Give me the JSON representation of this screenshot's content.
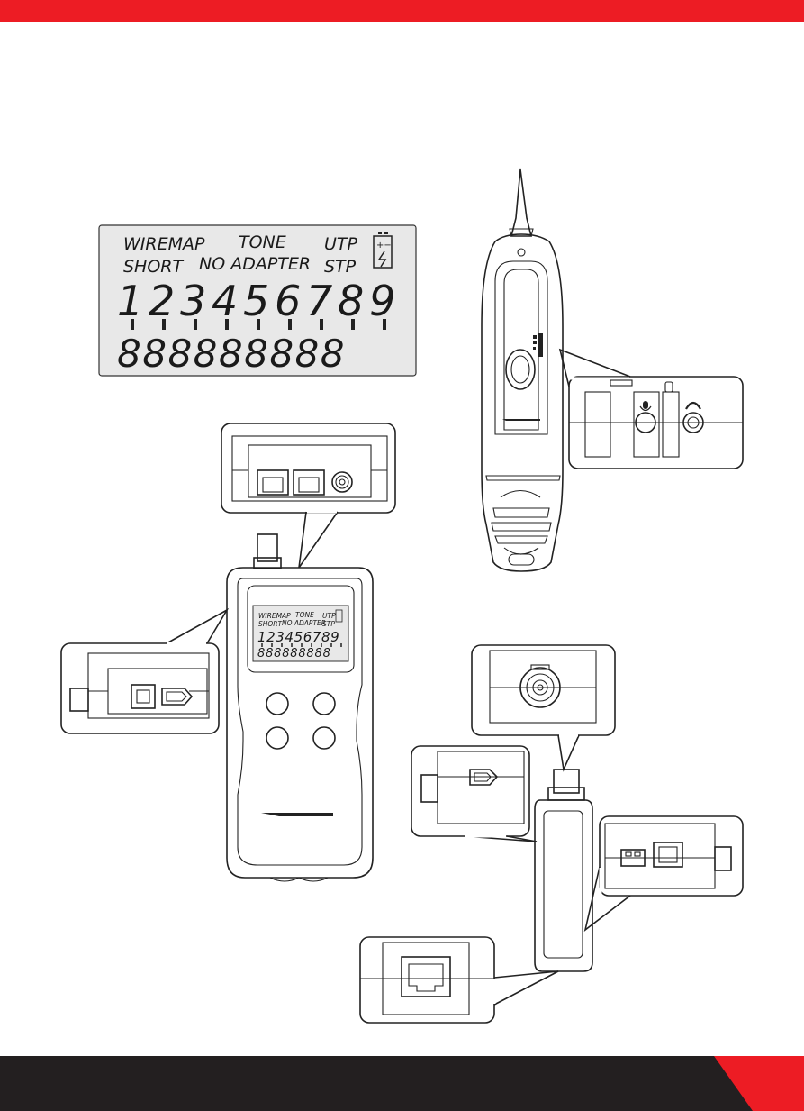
{
  "colors": {
    "accent": "#ed1c24",
    "footer": "#231f20",
    "lcd_bg": "#e8e8e8",
    "lcd_ink": "#1a1a1a"
  },
  "lcd_large": {
    "row1": [
      "WIREMAP",
      "TONE",
      "UTP"
    ],
    "row2": [
      "SHORT",
      "NO ADAPTER",
      "STP"
    ],
    "digits": [
      "1",
      "2",
      "3",
      "4",
      "5",
      "6",
      "7",
      "8",
      "9"
    ],
    "bottom_digits": "888888888"
  },
  "lcd_small": {
    "row1": [
      "WIREMAP",
      "TONE",
      "UTP"
    ],
    "row2": [
      "SHORT",
      "NO ADAPTER",
      "STP"
    ],
    "digits": "123456789",
    "bottom_digits": "888888888"
  },
  "icons": {
    "battery": "battery-icon",
    "microphone": "microphone-icon",
    "headphones": "headphones-icon"
  }
}
